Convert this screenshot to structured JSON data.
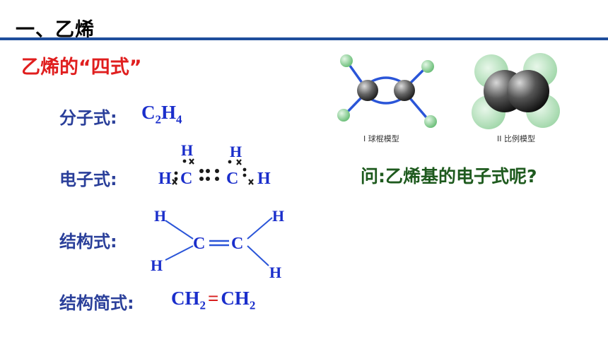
{
  "section_title": "一、乙烯",
  "subtitle": "乙烯的“四式”",
  "labels": {
    "molecular": "分子式:",
    "electronic": "电子式:",
    "structural": "结构式:",
    "condensed": "结构简式:"
  },
  "molecular_formula": {
    "c": "C",
    "c_sub": "2",
    "h": "H",
    "h_sub": "4"
  },
  "electron_formula": {
    "h_top_left": "H",
    "h_top_right": "H",
    "h_left": "H",
    "c_left": "C",
    "c_right": "C",
    "h_right": "H"
  },
  "structural_formula": {
    "h_top_left": "H",
    "h_bottom_left": "H",
    "c_left": "C",
    "c_right": "C",
    "h_top_right": "H",
    "h_bottom_right": "H"
  },
  "condensed_formula": {
    "part1": "CH",
    "sub1": "2",
    "bond": "=",
    "part2": "CH",
    "sub2": "2"
  },
  "question": "问:乙烯基的电子式呢?",
  "captions": {
    "ball_stick": "I 球棍模型",
    "space_filling": "II 比例模型"
  },
  "colors": {
    "section_title": "#000000",
    "divider": "#1f4e9c",
    "subtitle": "#e01e1e",
    "label": "#2a3f9a",
    "formula": "#1a2ecb",
    "question": "#1e5a1e",
    "bond": "#2a55d8",
    "hydrogen_ball": "#8fd09a",
    "carbon_ball": "#555555"
  }
}
